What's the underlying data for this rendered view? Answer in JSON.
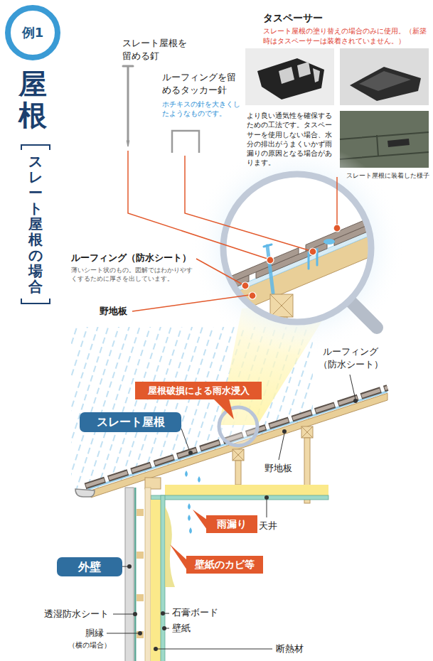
{
  "diagram": {
    "title": "屋根",
    "nodes": [
      {
        "text": [
          "例1"
        ]
      },
      {
        "text": [
          "屋根破損による雨水浸入"
        ]
      },
      {
        "text": [
          "スレート屋根"
        ]
      },
      {
        "text": [
          "雨漏り"
        ]
      },
      {
        "text": [
          "壁紙のカビ等"
        ]
      },
      {
        "text": [
          "外壁"
        ]
      }
    ],
    "labels": [
      "スレート屋根の場合",
      "タスペーサー",
      "スレート屋根の塗り替えの場合のみに使用。（新築時はタスペーサーは装着されていません。）",
      "スレート屋根を留める釘",
      "ルーフィングを留めるタッカー針",
      "ホチキスの針を大きくしたようなものです。",
      "より良い通気性を確保するための工法です。タスペーサーを使用しない場合、水分の排出がうまくいかず雨漏りの原因となる場合があります。",
      "スレート屋根に装着した様子",
      "ルーフィング（防水シート）",
      "薄いシート状のもの。図解ではわかりやすくするために厚さを出しています。",
      "野地板",
      "ルーフィング（防水シート）",
      "野地板",
      "天井",
      "透湿防水シート",
      "石膏ボード",
      "壁紙",
      "胴縁",
      "（横の場合）",
      "断熱材"
    ]
  }
}
